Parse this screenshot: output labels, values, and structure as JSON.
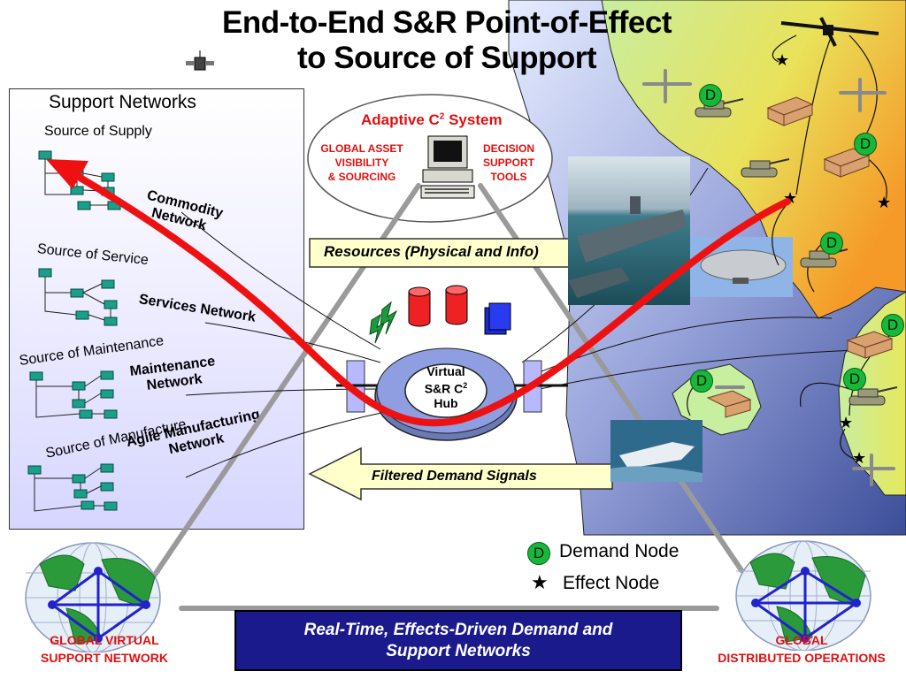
{
  "title": {
    "line1": "End-to-End S&R Point-of-Effect",
    "line2": "to Source of Support"
  },
  "support_networks": {
    "heading": "Support Networks",
    "sources": [
      {
        "label": "Source of Supply",
        "network": "Commodity Network"
      },
      {
        "label": "Source of Service",
        "network": "Services Network"
      },
      {
        "label": "Source of Maintenance",
        "network": "Maintenance Network"
      },
      {
        "label": "Source of Manufacture",
        "network": "Agile Manufacturing Network"
      }
    ],
    "network_lines": {
      "commodity_1": "Commodity",
      "commodity_2": "Network",
      "maintenance_1": "Maintenance",
      "maintenance_2": "Network",
      "agile_1": "Agile Manufacturing",
      "agile_2": "Network"
    }
  },
  "c2_system": {
    "title": "Adaptive C",
    "title_sup": "2",
    "title_end": " System",
    "left_1": "GLOBAL  ASSET",
    "left_2": "VISIBILITY",
    "left_3": "& SOURCING",
    "right_1": "DECISION",
    "right_2": "SUPPORT",
    "right_3": "TOOLS"
  },
  "arrows": {
    "resources": "Resources (Physical and Info)",
    "filtered": "Filtered Demand Signals"
  },
  "hub": {
    "line1": "Virtual",
    "line2": "S&R C",
    "line2_sup": "2",
    "line3": "Hub"
  },
  "legend": {
    "demand_symbol": "D",
    "demand_label": "Demand Node",
    "effect_symbol": "★",
    "effect_label": "Effect Node"
  },
  "banner": {
    "line1": "Real-Time, Effects-Driven Demand and",
    "line2": "Support Networks"
  },
  "globes": {
    "left_line1": "GLOBAL  VIRTUAL",
    "left_line2": "SUPPORT  NETWORK",
    "right_line1": "GLOBAL",
    "right_line2": "DISTRIBUTED OPERATIONS"
  },
  "map_nodes": {
    "demand_symbol": "D",
    "effect_symbol": "★"
  },
  "colors": {
    "red_arrow": "#ee1111",
    "banner_bg": "#1a1a8c",
    "demand_node": "#17b83a",
    "map_orange": "#f59a28",
    "map_green": "#bfe88a",
    "sea_blue": "#6f7fc0"
  }
}
